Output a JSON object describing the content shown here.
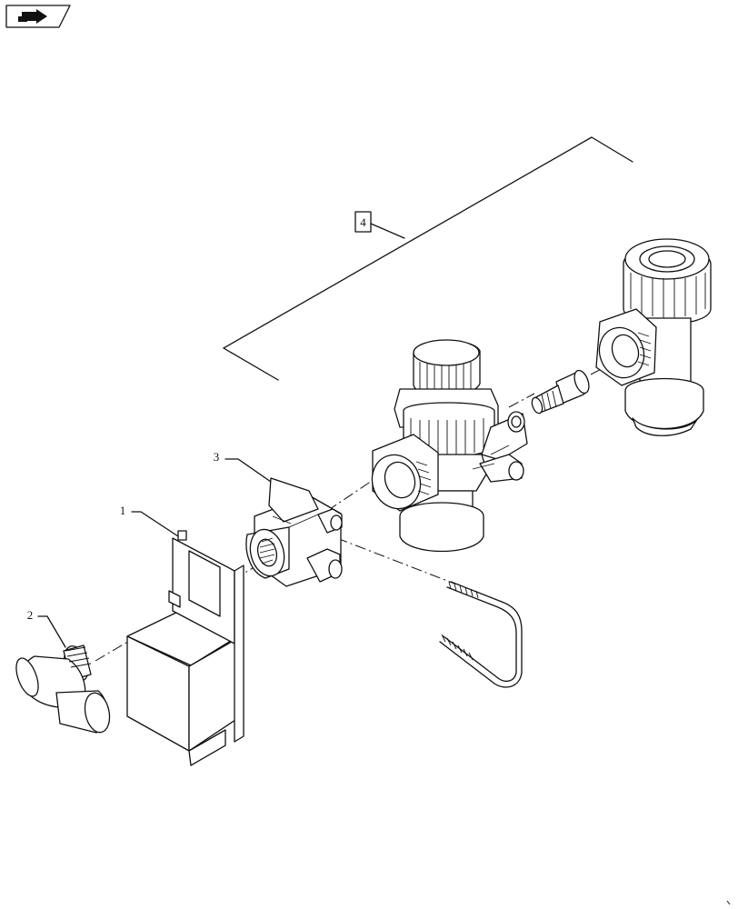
{
  "nav_icon": {
    "name": "previous-page-arrow-icon"
  },
  "callouts": [
    {
      "id": "callout-1",
      "label": "1"
    },
    {
      "id": "callout-2",
      "label": "2"
    },
    {
      "id": "callout-3",
      "label": "3"
    },
    {
      "id": "callout-4",
      "label": "4"
    }
  ],
  "colors": {
    "line": "#111111",
    "background": "#ffffff"
  }
}
